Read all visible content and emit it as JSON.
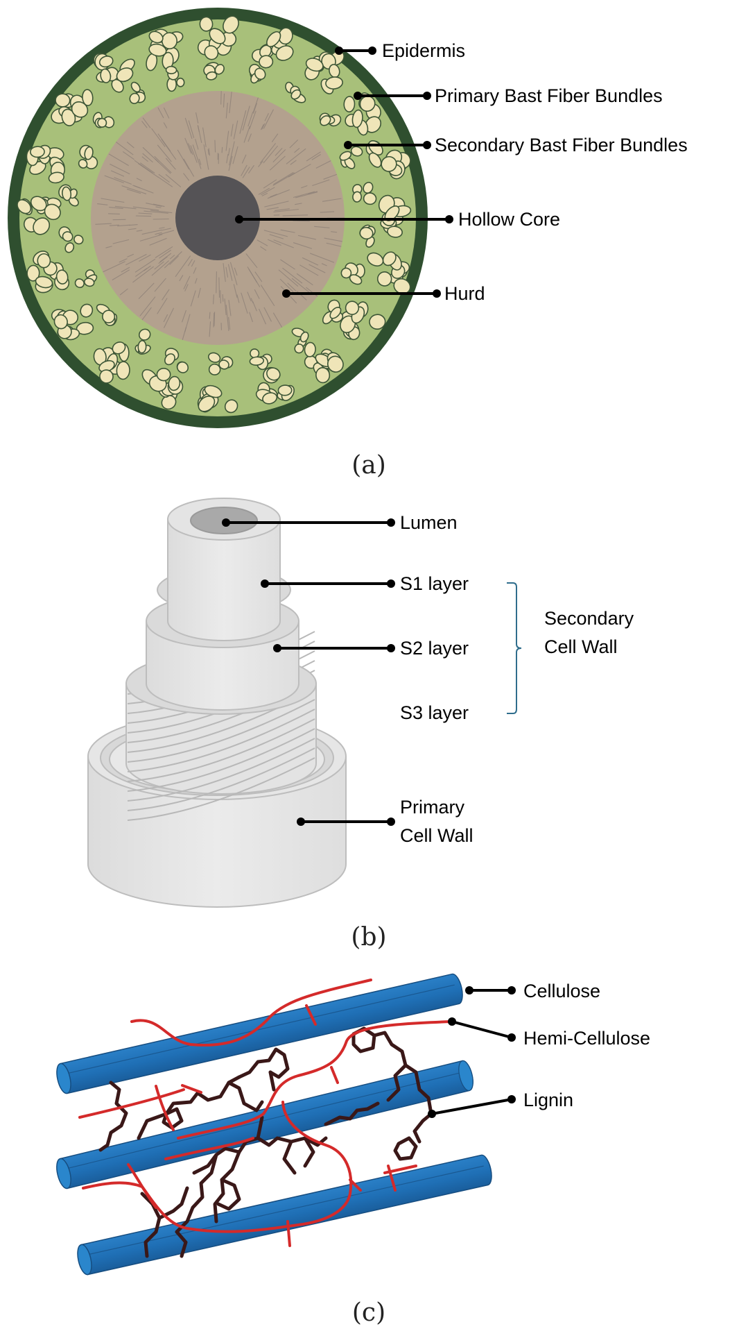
{
  "figure": {
    "panels": [
      {
        "id": "a",
        "caption": "(a)",
        "title": "Hemp stem cross-section",
        "labels": [
          "Epidermis",
          "Primary Bast Fiber Bundles",
          "Secondary Bast Fiber Bundles",
          "Hollow Core",
          "Hurd"
        ]
      },
      {
        "id": "b",
        "caption": "(b)",
        "title": "Fiber cell wall layers",
        "labels": [
          "Lumen",
          "S1 layer",
          "S2 layer",
          "S3 layer",
          "Primary",
          "Cell Wall"
        ],
        "group_label": [
          "Secondary",
          "Cell Wall"
        ]
      },
      {
        "id": "c",
        "caption": "(c)",
        "title": "Cell wall polymer structure",
        "labels": [
          "Cellulose",
          "Hemi-Cellulose",
          "Lignin"
        ]
      }
    ],
    "colors": {
      "epidermis": "#2f4f2f",
      "cortex": "#a8c07a",
      "fiber_cell": "#efe5b8",
      "fiber_outline": "#3c5536",
      "hurd": "#b3a18e",
      "hollow_core": "#555356",
      "wall_light": "#e4e4e4",
      "wall_edge": "#bdbdbd",
      "lumen": "#a9a9a9",
      "bracket": "#2f6d8c",
      "cellulose": "#1f6fb5",
      "cellulose_dark": "#164d80",
      "hemicellulose": "#d42a2a",
      "lignin": "#3a1818"
    }
  }
}
